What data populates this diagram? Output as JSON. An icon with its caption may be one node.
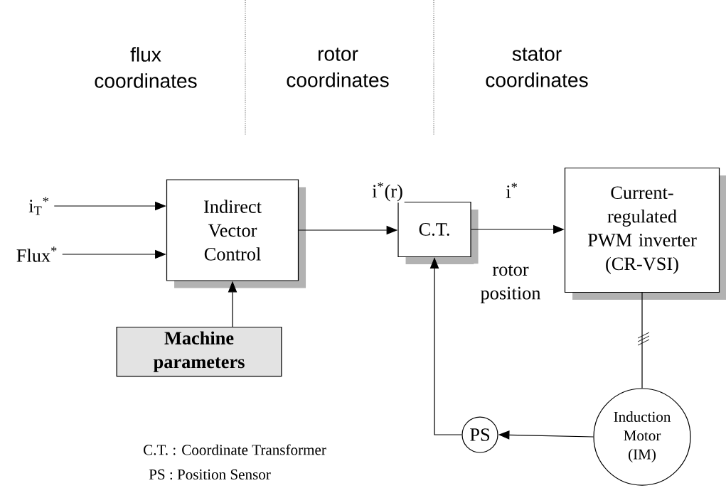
{
  "diagram": {
    "nodes": [
      {
        "text": [
          "i$_{T}$$^{*}$"
        ]
      },
      {
        "text": [
          "Flux$^{*}$"
        ]
      },
      {
        "text": [
          "Indirect Vector Control"
        ]
      },
      {
        "text": [
          "Machine parameters"
        ]
      },
      {
        "text": [
          "C.T."
        ]
      },
      {
        "text": [
          "Current-regulated PWM inverter (CR-VSI)"
        ]
      },
      {
        "text": [
          "Induction Motor (IM)"
        ]
      },
      {
        "text": [
          "PS"
        ]
      }
    ],
    "edges": [
      {
        "from": 0,
        "to": 2,
        "arrow": "to"
      },
      {
        "from": 1,
        "to": 2,
        "arrow": "to"
      },
      {
        "from": 3,
        "to": 2,
        "arrow": "to"
      },
      {
        "from": 2,
        "to": 4,
        "arrow": "to",
        "label": "i$^{*}$(r)"
      },
      {
        "from": 4,
        "to": 5,
        "arrow": "to",
        "label": "i$^{*}$"
      },
      {
        "from": 5,
        "to": 6,
        "arrow": "none"
      },
      {
        "from": 6,
        "to": 7,
        "arrow": "to"
      },
      {
        "from": 7,
        "to": 4,
        "arrow": "to",
        "label": "rotor position"
      }
    ],
    "labels": [
      "flux coordinates",
      "rotor coordinates",
      "stator coordinates",
      "C.T. : Coordinate Transformer",
      "PS : Position Sensor"
    ]
  }
}
